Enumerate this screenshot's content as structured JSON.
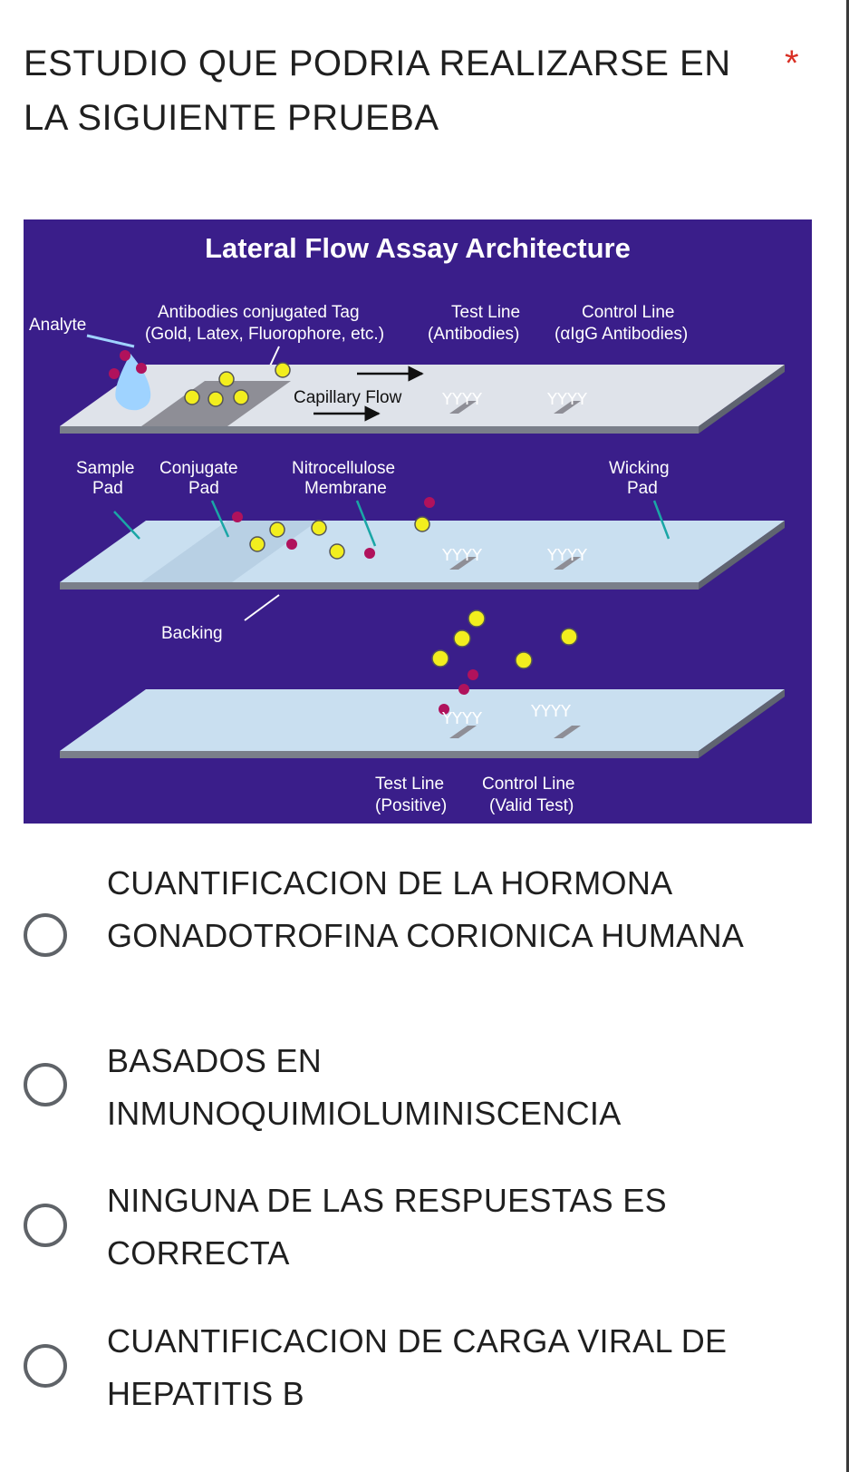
{
  "question": {
    "title": "ESTUDIO QUE PODRIA REALIZARSE EN LA SIGUIENTE PRUEBA",
    "required_mark": "*"
  },
  "figure": {
    "title": "Lateral Flow Assay Architecture",
    "labels": {
      "analyte": "Analyte",
      "tag_line1": "Antibodies conjugated Tag",
      "tag_line2": "(Gold, Latex, Fluorophore, etc.)",
      "test_line1": "Test Line",
      "test_line2": "(Antibodies)",
      "control_line1": "Control Line",
      "control_line2": "(αIgG Antibodies)",
      "capillary_flow": "Capillary Flow",
      "sample_pad1": "Sample",
      "sample_pad2": "Pad",
      "conjugate_pad1": "Conjugate",
      "conjugate_pad2": "Pad",
      "membrane1": "Nitrocellulose",
      "membrane2": "Membrane",
      "wicking_pad1": "Wicking",
      "wicking_pad2": "Pad",
      "backing": "Backing",
      "result_test1": "Test Line",
      "result_test2": "(Positive)",
      "result_control1": "Control Line",
      "result_control2": "(Valid Test)"
    },
    "colors": {
      "background": "#3a1e8a",
      "strip": "#c9dff0",
      "pad": "#8e8e96",
      "gold": "#f2ee1e",
      "analyte": "#b0125c"
    }
  },
  "options": [
    {
      "label": "CUANTIFICACION DE LA HORMONA GONADOTROFINA CORIONICA HUMANA",
      "selected": false
    },
    {
      "label": "BASADOS EN INMUNOQUIMIOLUMINISCENCIA",
      "selected": false
    },
    {
      "label": "NINGUNA DE LAS RESPUESTAS ES CORRECTA",
      "selected": false
    },
    {
      "label": "CUANTIFICACION DE CARGA VIRAL DE HEPATITIS B",
      "selected": false
    }
  ]
}
